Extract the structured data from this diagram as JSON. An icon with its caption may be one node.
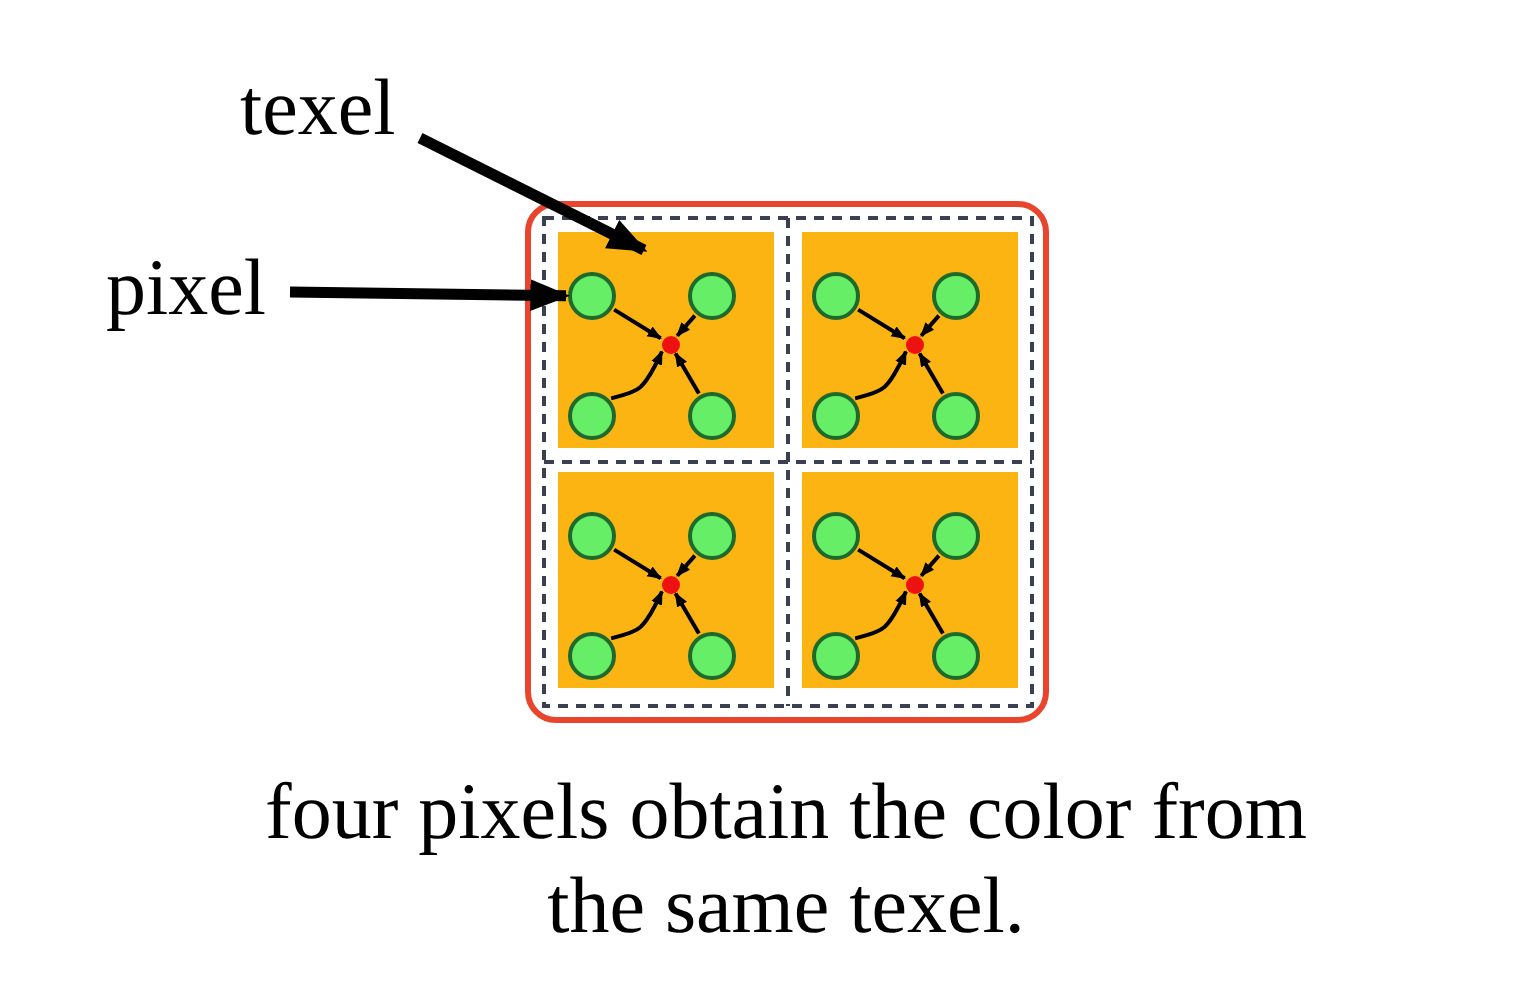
{
  "diagram": {
    "caption": "four pixels obtain the color from the same texel.",
    "nodes": [
      {
        "text": [
          "texel"
        ]
      },
      {
        "text": [
          "pixel"
        ]
      },
      {
        "text": [],
        "shape": "box"
      },
      {
        "text": [],
        "shape": "circle",
        "in": 2
      },
      {
        "text": [],
        "shape": "circle",
        "in": 2
      },
      {
        "text": [],
        "shape": "circle",
        "in": 2
      },
      {
        "text": [],
        "shape": "circle",
        "in": 2
      },
      {
        "text": [],
        "shape": "dot",
        "in": 2
      },
      {
        "text": [],
        "shape": "box"
      },
      {
        "text": [],
        "shape": "circle",
        "in": 8
      },
      {
        "text": [],
        "shape": "circle",
        "in": 8
      },
      {
        "text": [],
        "shape": "circle",
        "in": 8
      },
      {
        "text": [],
        "shape": "circle",
        "in": 8
      },
      {
        "text": [],
        "shape": "dot",
        "in": 8
      },
      {
        "text": [],
        "shape": "box"
      },
      {
        "text": [],
        "shape": "circle",
        "in": 14
      },
      {
        "text": [],
        "shape": "circle",
        "in": 14
      },
      {
        "text": [],
        "shape": "circle",
        "in": 14
      },
      {
        "text": [],
        "shape": "circle",
        "in": 14
      },
      {
        "text": [],
        "shape": "dot",
        "in": 14
      },
      {
        "text": [],
        "shape": "box"
      },
      {
        "text": [],
        "shape": "circle",
        "in": 20
      },
      {
        "text": [],
        "shape": "circle",
        "in": 20
      },
      {
        "text": [],
        "shape": "circle",
        "in": 20
      },
      {
        "text": [],
        "shape": "circle",
        "in": 20
      },
      {
        "text": [],
        "shape": "dot",
        "in": 20
      }
    ],
    "edges": [
      {
        "from": 0,
        "to": 2,
        "arrow": "to",
        "style": "thick"
      },
      {
        "from": 1,
        "to": 3,
        "arrow": "to",
        "style": "thick"
      },
      {
        "from": 3,
        "to": 7,
        "arrow": "to"
      },
      {
        "from": 4,
        "to": 7,
        "arrow": "to"
      },
      {
        "from": 5,
        "to": 7,
        "arrow": "to"
      },
      {
        "from": 6,
        "to": 7,
        "arrow": "to"
      },
      {
        "from": 9,
        "to": 13,
        "arrow": "to"
      },
      {
        "from": 10,
        "to": 13,
        "arrow": "to"
      },
      {
        "from": 11,
        "to": 13,
        "arrow": "to"
      },
      {
        "from": 12,
        "to": 13,
        "arrow": "to"
      },
      {
        "from": 15,
        "to": 19,
        "arrow": "to"
      },
      {
        "from": 16,
        "to": 19,
        "arrow": "to"
      },
      {
        "from": 17,
        "to": 19,
        "arrow": "to"
      },
      {
        "from": 18,
        "to": 19,
        "arrow": "to"
      },
      {
        "from": 21,
        "to": 25,
        "arrow": "to"
      },
      {
        "from": 22,
        "to": 25,
        "arrow": "to"
      },
      {
        "from": 23,
        "to": 25,
        "arrow": "to"
      },
      {
        "from": 24,
        "to": 25,
        "arrow": "to"
      }
    ]
  }
}
